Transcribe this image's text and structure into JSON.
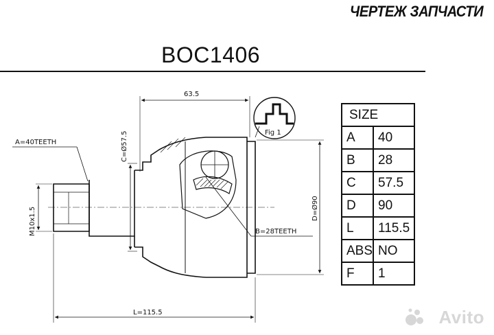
{
  "header": {
    "title": "ЧЕРТЕЖ ЗАПЧАСТИ"
  },
  "part_number": "BOC1406",
  "drawing": {
    "labels": {
      "overall_top": "63.5",
      "teeth_a": "A=40TEETH",
      "dia_c": "C=Ø57.5",
      "fig": "Fig 1",
      "dia_d": "D=Ø90",
      "thread": "M10x1.5",
      "teeth_b": "B=28TEETH",
      "length_l": "L=115.5"
    }
  },
  "spec_table": {
    "header": "SIZE",
    "rows": [
      {
        "key": "A",
        "value": "40"
      },
      {
        "key": "B",
        "value": "28"
      },
      {
        "key": "C",
        "value": "57.5"
      },
      {
        "key": "D",
        "value": "90"
      },
      {
        "key": "L",
        "value": "115.5"
      },
      {
        "key": "ABS",
        "value": "NO"
      },
      {
        "key": "F",
        "value": "1"
      }
    ]
  },
  "watermark": {
    "text": "Avito"
  }
}
